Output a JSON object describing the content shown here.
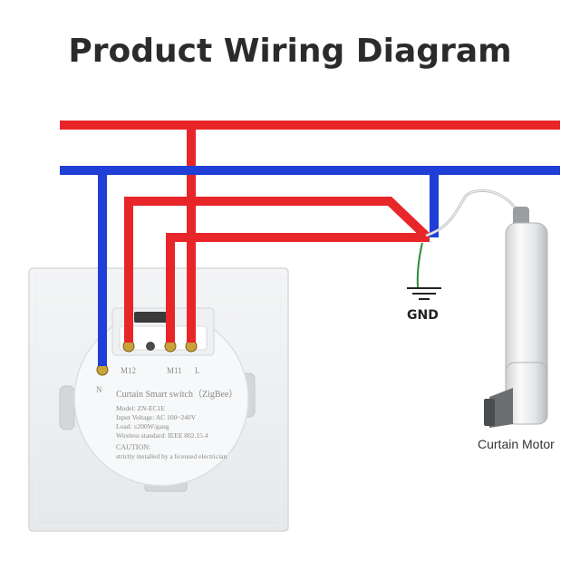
{
  "title": "Product Wiring Diagram",
  "gnd_label": "GND",
  "motor_label": "Curtain Motor",
  "switch": {
    "terminals": {
      "m2": "M12",
      "m1": "M11",
      "l": "L",
      "n": "N"
    },
    "name": "Curtain Smart switch（ZigBee）",
    "model": "Model:  ZN-EC1E",
    "input_voltage": "Input Voltage:  AC 100~240V",
    "load": "Load:  ≤200W/gang",
    "wireless": "Wireless standard:  IEEE 802.15.4",
    "caution_title": "CAUTION:",
    "caution_text": "strictly installed by a licensed electrician"
  },
  "colors": {
    "live": "#e8262a",
    "neutral": "#1f3fd6",
    "ground": "#2e8b3a"
  }
}
